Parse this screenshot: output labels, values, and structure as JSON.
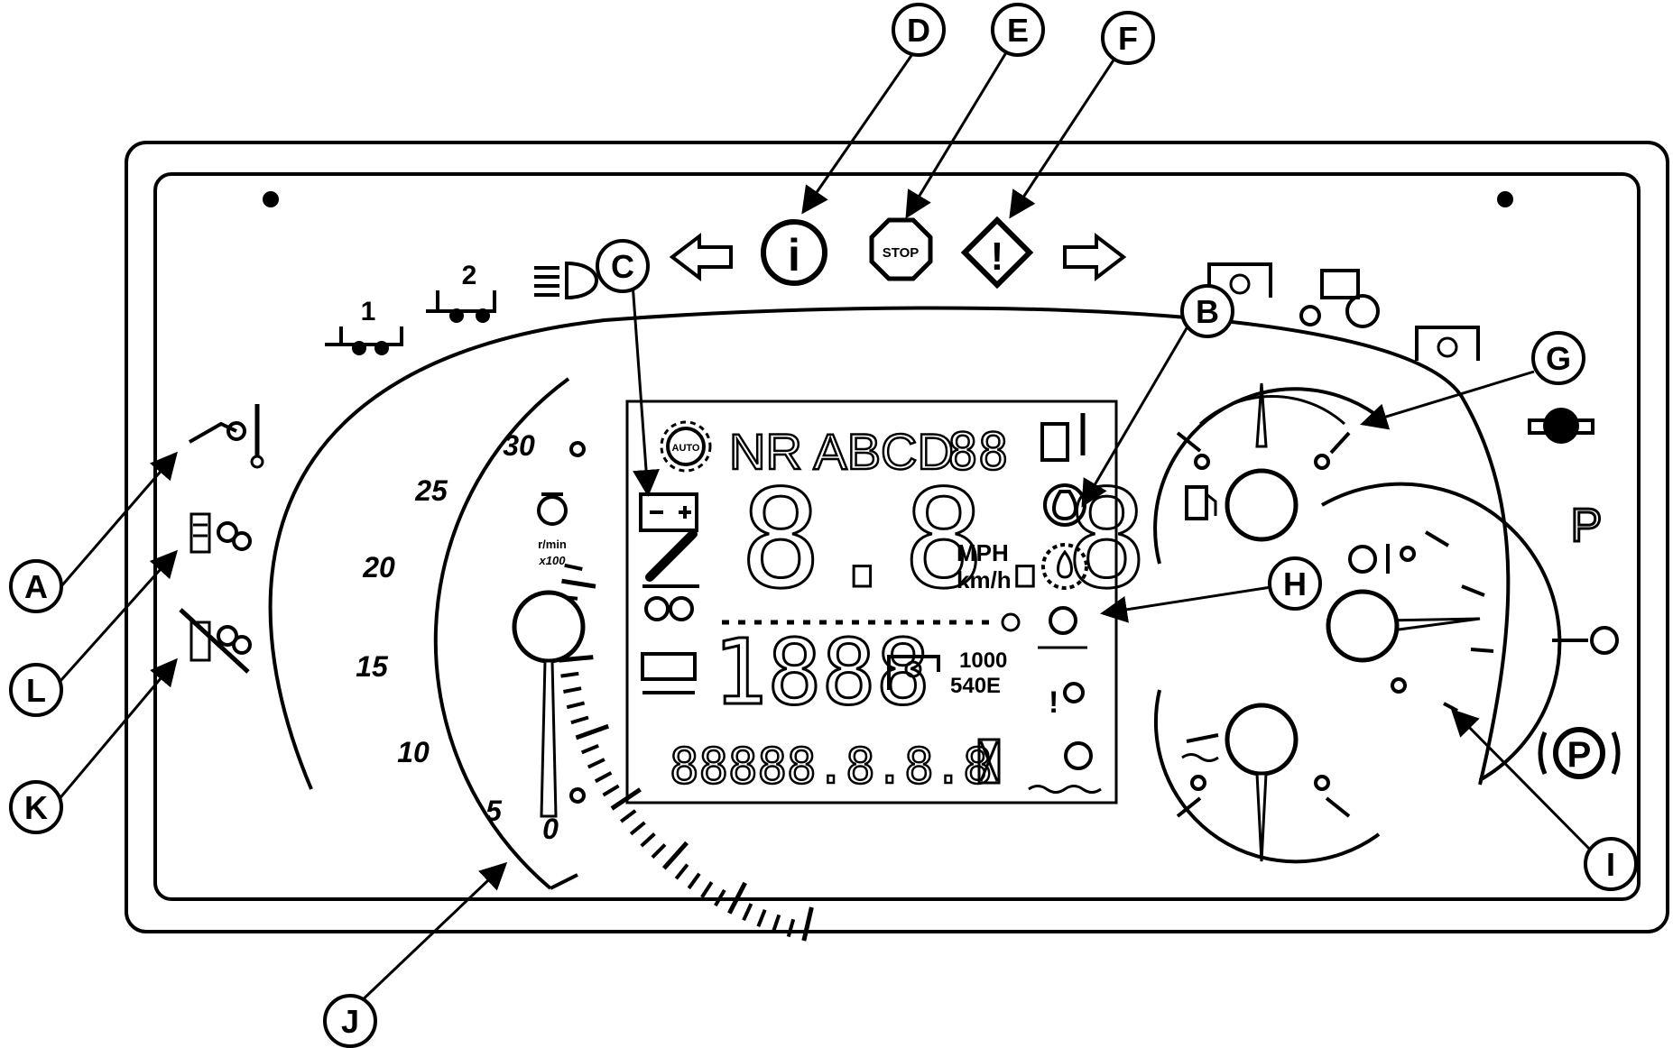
{
  "callouts": [
    {
      "letter": "A"
    },
    {
      "letter": "B"
    },
    {
      "letter": "C"
    },
    {
      "letter": "D"
    },
    {
      "letter": "E"
    },
    {
      "letter": "F"
    },
    {
      "letter": "G"
    },
    {
      "letter": "H"
    },
    {
      "letter": "I"
    },
    {
      "letter": "J"
    },
    {
      "letter": "K"
    },
    {
      "letter": "L"
    }
  ],
  "tachometer": {
    "scale_labels": [
      "0",
      "5",
      "10",
      "15",
      "20",
      "25",
      "30"
    ],
    "unit_line1": "r/min",
    "unit_line2": "x100"
  },
  "lcd": {
    "mode_text": "NR ABCD",
    "speed_digits": "8.8.8",
    "speed_unit_1": "MPH",
    "speed_unit_2": "km/h",
    "pto_digits": "1888",
    "pto_rpm_1": "1000",
    "pto_rpm_2": "540E",
    "odometer": "88888.8.8.8",
    "auto_badge": "AUTO"
  },
  "warning_lamps": {
    "trailer_1": "1",
    "trailer_2": "2",
    "stop_text": "STOP",
    "park_text": "P",
    "park_brake_text": "P"
  }
}
